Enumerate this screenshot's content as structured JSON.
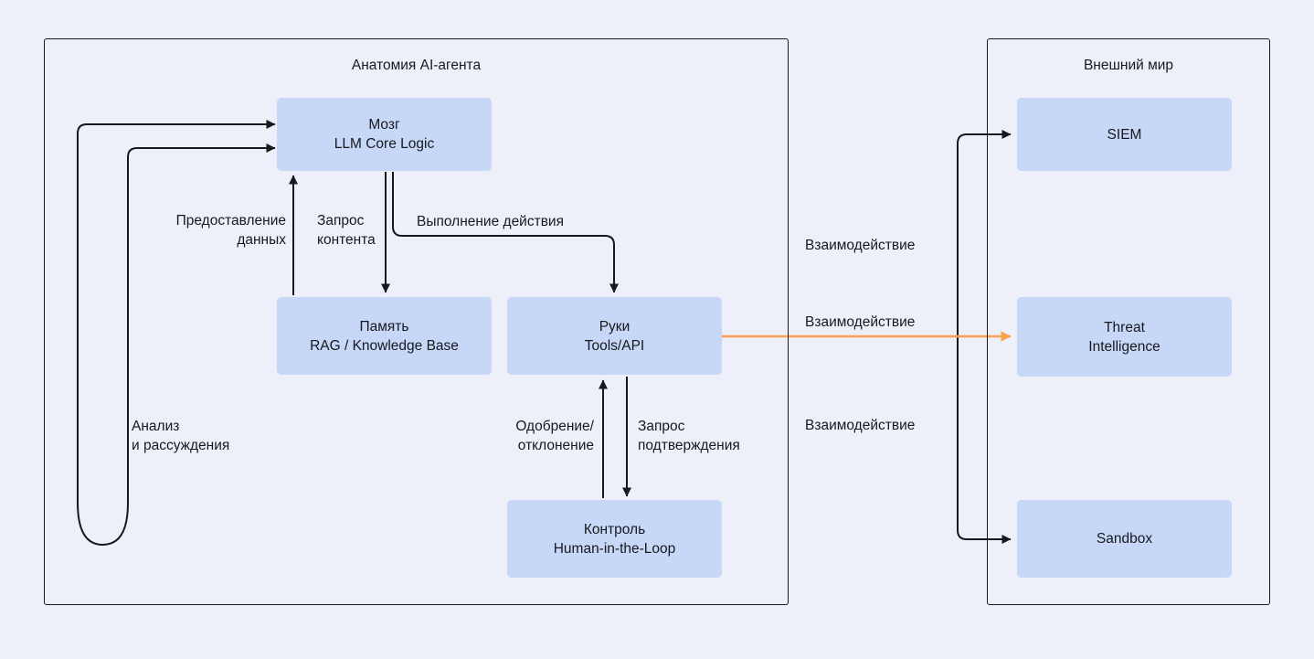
{
  "colors": {
    "background": "#edf0f9",
    "node_fill": "#c7d7f8",
    "text": "#17191c",
    "line": "#17191c",
    "highlight_arrow": "#f9a14d"
  },
  "agent_container": {
    "title": "Анатомия AI-агента",
    "nodes": {
      "brain": "Мозг\nLLM Core Logic",
      "memory": "Память\nRAG / Knowledge Base",
      "hands": "Руки\nTools/API",
      "control": "Контроль\nHuman-in-the-Loop"
    }
  },
  "world_container": {
    "title": "Внешний мир",
    "nodes": {
      "siem": "SIEM",
      "threat_intelligence": "Threat\nIntelligence",
      "sandbox": "Sandbox"
    }
  },
  "edge_labels": {
    "provide_data": "Предоставление\nданных",
    "request_content": "Запрос\nконтента",
    "perform_action": "Выполнение действия",
    "approval": "Одобрение/\nотклонение",
    "confirmation_request": "Запрос\nподтверждения",
    "analysis": "Анализ\nи рассуждения",
    "interaction_top": "Взаимодействие",
    "interaction_middle": "Взаимодействие",
    "interaction_bottom": "Взаимодействие"
  }
}
